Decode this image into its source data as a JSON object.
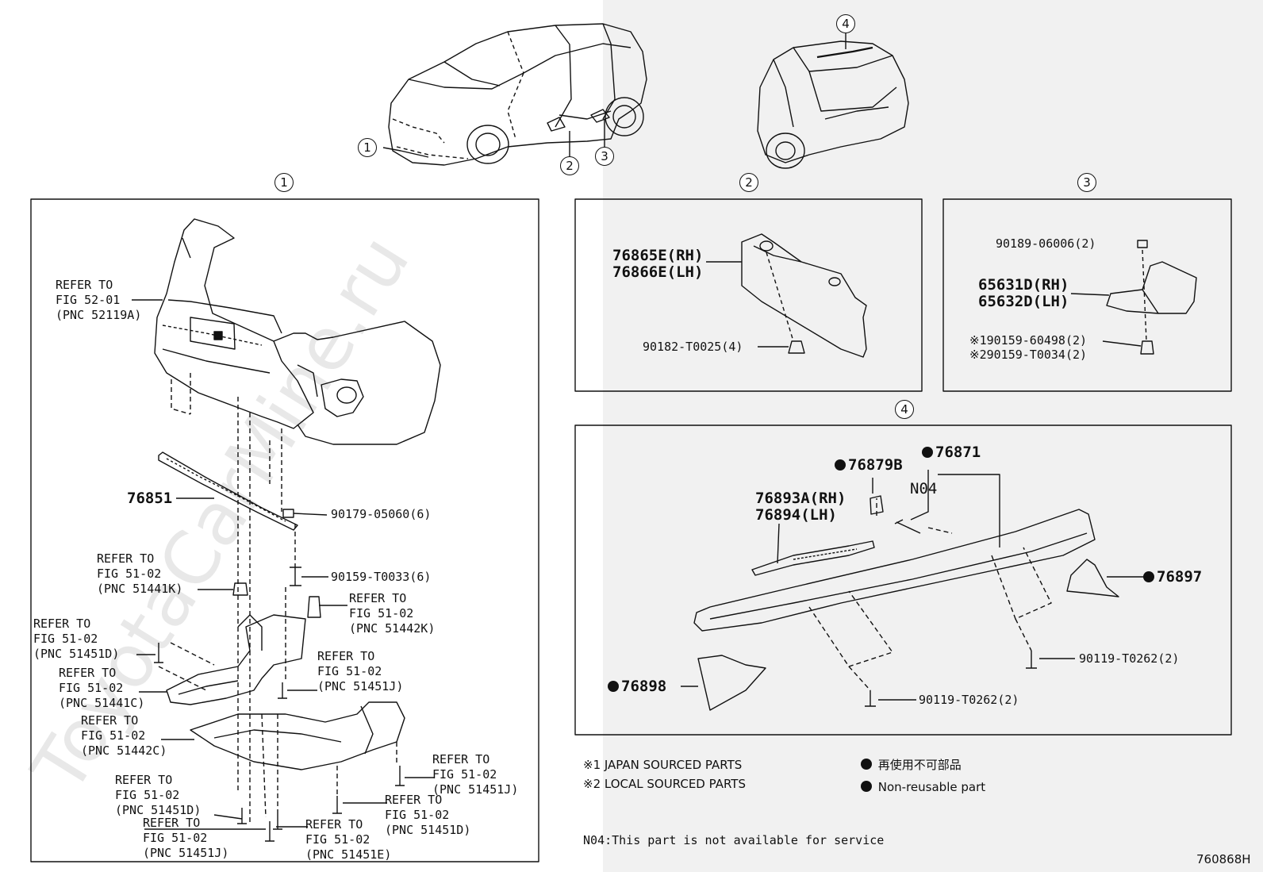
{
  "watermark": "ToyotaCarMine.ru",
  "figure_id": "760868H",
  "callouts": {
    "c1": "1",
    "c2": "2",
    "c3": "3",
    "c4": "4"
  },
  "panel1": {
    "refer_52_01": "REFER TO\nFIG 52-01\n(PNC 52119A)",
    "p76851": "76851",
    "p90179": "90179-05060(6)",
    "refer_51441k": "REFER TO\nFIG 51-02\n(PNC 51441K)",
    "p90159": "90159-T0033(6)",
    "refer_51442k": "REFER TO\nFIG 51-02\n(PNC 51442K)",
    "refer_51451d_a": "REFER TO\nFIG 51-02\n(PNC 51451D)",
    "refer_51441c": "REFER TO\nFIG 51-02\n(PNC 51441C)",
    "refer_51451j_a": "REFER TO\nFIG 51-02\n(PNC 51451J)",
    "refer_51442c": "REFER TO\nFIG 51-02\n(PNC 51442C)",
    "refer_51451j_b": "REFER TO\nFIG 51-02\n(PNC 51451J)",
    "refer_51451d_b": "REFER TO\nFIG 51-02\n(PNC 51451D)",
    "refer_51451d_c": "REFER TO\nFIG 51-02\n(PNC 51451D)",
    "refer_51451j_c": "REFER TO\nFIG 51-02\n(PNC 51451J)",
    "refer_51451e": "REFER TO\nFIG 51-02\n(PNC 51451E)"
  },
  "panel2": {
    "p76865": "76865E(RH)\n76866E(LH)",
    "p90182": "90182-T0025(4)"
  },
  "panel3": {
    "p90189": "90189-06006(2)",
    "p65631": "65631D(RH)\n65632D(LH)",
    "p90159a": "※190159-60498(2)",
    "p90159b": "※290159-T0034(2)"
  },
  "panel4": {
    "p76879b": "76879B",
    "p76871": "76871",
    "n04": "N04",
    "p76893": "76893A(RH)\n76894(LH)",
    "p76897": "76897",
    "p76898": "76898",
    "p90119a": "90119-T0262(2)",
    "p90119b": "90119-T0262(2)"
  },
  "legend": {
    "japan": "※1 JAPAN SOURCED PARTS",
    "local": "※2 LOCAL SOURCED PARTS",
    "nonreuse_jp": "再使用不可部品",
    "nonreuse_en": "Non-reusable part",
    "n04_note": "N04:This part is not available for service"
  }
}
